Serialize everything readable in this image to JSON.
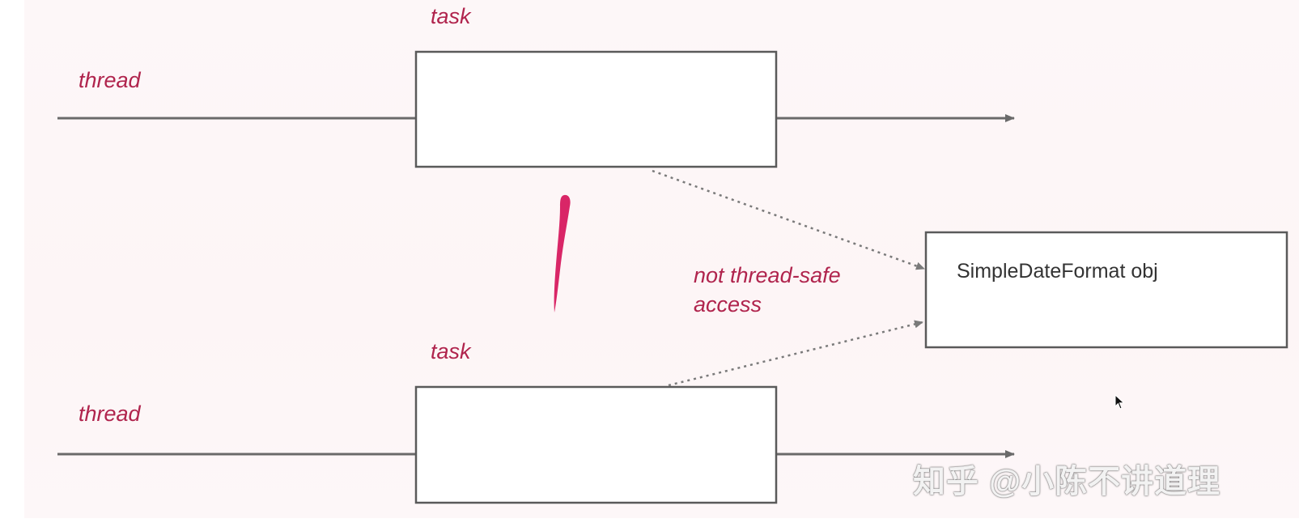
{
  "labels": {
    "task_top": "task",
    "thread_top": "thread",
    "task_bottom": "task",
    "thread_bottom": "thread",
    "not_safe_line1": "not thread-safe",
    "not_safe_line2": "access"
  },
  "shared_object": {
    "label": "SimpleDateFormat obj"
  },
  "watermark": "知乎 @小陈不讲道理",
  "colors": {
    "accent": "#b0244d",
    "line": "#6a6a6a",
    "box_border": "#5a5a5a",
    "stroke_mark": "#d6145a"
  },
  "icons": {
    "cursor": "mouse-pointer-icon"
  }
}
